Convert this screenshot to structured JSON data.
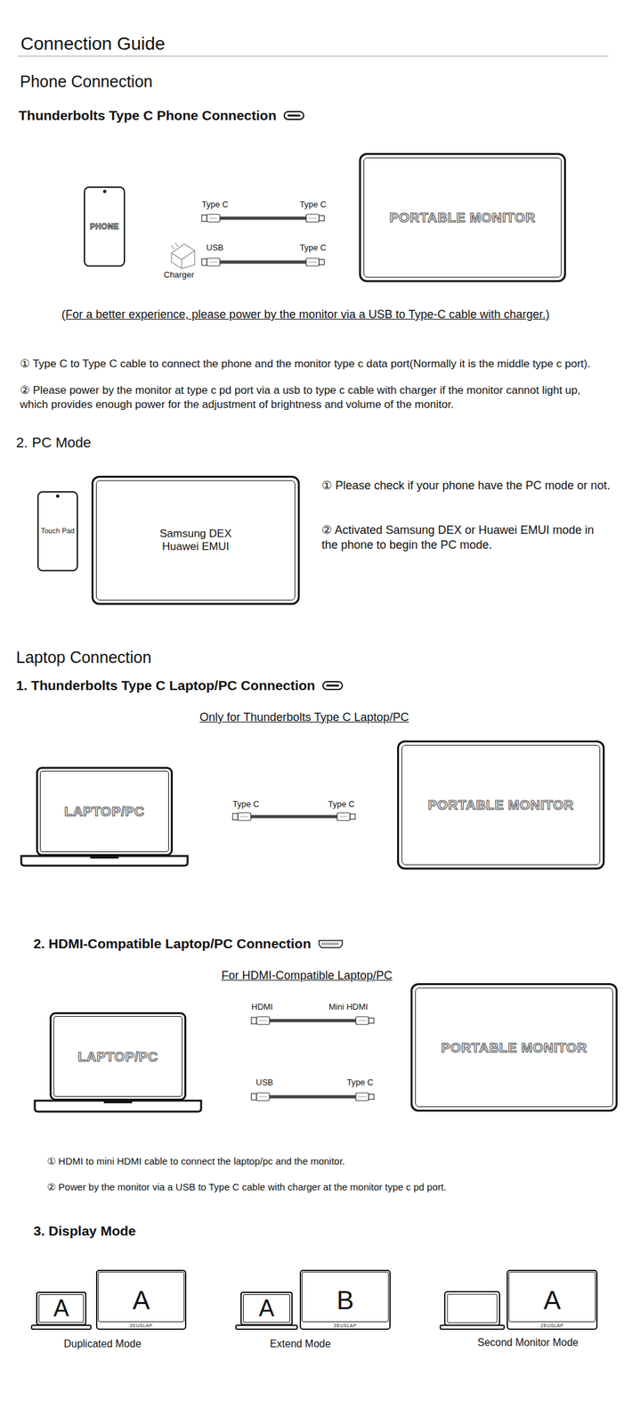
{
  "diagram": {
    "title": "Connection Guide",
    "nodes": [
      {
        "text": [
          "PHONE"
        ]
      },
      {
        "text": [
          "PORTABLE MONITOR"
        ]
      },
      {
        "text": [
          "Touch Pad"
        ]
      },
      {
        "text": [
          "Samsung DEX Huawei EMUI"
        ]
      },
      {
        "text": [
          "LAPTOP/PC"
        ]
      },
      {
        "text": [
          "PORTABLE MONITOR"
        ]
      },
      {
        "text": [
          "LAPTOP/PC"
        ]
      },
      {
        "text": [
          "PORTABLE MONITOR"
        ]
      },
      {
        "text": [
          "A"
        ]
      },
      {
        "text": [
          "A",
          "ZEUSLAP"
        ]
      },
      {
        "text": [
          "A"
        ]
      },
      {
        "text": [
          "B",
          "ZEUSLAP"
        ]
      },
      {
        "text": [
          "A",
          "ZEUSLAP"
        ]
      }
    ],
    "labels": [
      "Phone Connection",
      "Thunderbolts Type C Phone Connection",
      "Type C",
      "Type C",
      "USB",
      "Type C",
      "Charger",
      "(For a better experience, please power by the monitor via a USB to Type-C cable with charger.)",
      "① Type C to Type C cable to connect the phone and the monitor type c data port(Normally it is the middle type c port).",
      "② Please power by the monitor at type c pd port via a usb to type c cable with charger if the monitor cannot light up, which provides enough power for the adjustment of brightness and volume of the monitor.",
      "2. PC Mode",
      "① Please check if your phone have the PC mode or not.",
      "② Activated Samsung DEX or Huawei EMUI mode in the phone to begin the PC mode.",
      "Laptop Connection",
      "1. Thunderbolts Type C Laptop/PC Connection",
      "Only for Thunderbolts Type C Laptop/PC",
      "Type C",
      "Type C",
      "2. HDMI-Compatible Laptop/PC Connection",
      "For HDMI-Compatible Laptop/PC",
      "HDMI",
      "Mini HDMI",
      "USB",
      "Type C",
      "① HDMI to mini HDMI cable to connect the laptop/pc and the monitor.",
      "② Power by the monitor via a USB to Type C cable with charger at the monitor type c pd port.",
      "3. Display Mode",
      "Duplicated Mode",
      "Extend Mode",
      "Second Monitor Mode"
    ]
  }
}
